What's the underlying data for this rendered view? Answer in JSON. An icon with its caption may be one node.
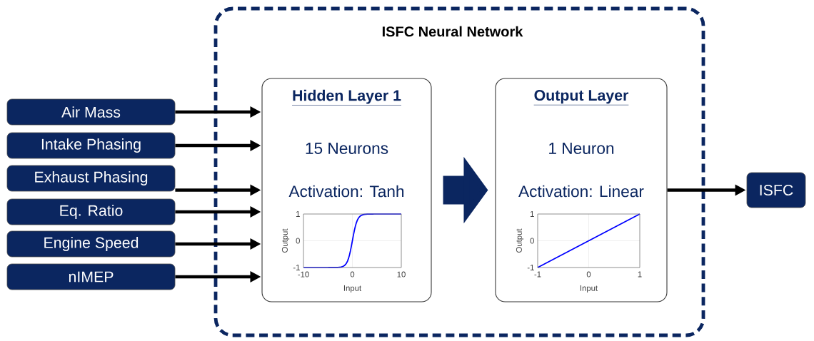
{
  "diagram": {
    "nodes": [
      {
        "text": [
          "ISFC Neural Network"
        ]
      },
      {
        "text": [
          "Hidden Layer 1",
          "15 Neurons",
          "Activation: Tanh"
        ],
        "in": 0
      },
      {
        "text": [
          "Output Layer",
          "1 Neuron",
          "Activation: Linear"
        ],
        "in": 0
      },
      {
        "text": [
          "Air Mass"
        ]
      },
      {
        "text": [
          "Intake Phasing"
        ]
      },
      {
        "text": [
          "Exhaust Phasing"
        ]
      },
      {
        "text": [
          "Eq. Ratio"
        ]
      },
      {
        "text": [
          "Engine Speed"
        ]
      },
      {
        "text": [
          "nIMEP"
        ]
      },
      {
        "text": [
          "ISFC"
        ]
      }
    ],
    "edges": [
      {
        "from": 3,
        "to": 1,
        "arrow": "to"
      },
      {
        "from": 4,
        "to": 1,
        "arrow": "to"
      },
      {
        "from": 5,
        "to": 1,
        "arrow": "to"
      },
      {
        "from": 6,
        "to": 1,
        "arrow": "to"
      },
      {
        "from": 7,
        "to": 1,
        "arrow": "to"
      },
      {
        "from": 8,
        "to": 1,
        "arrow": "to"
      },
      {
        "from": 1,
        "to": 2,
        "arrow": "to",
        "style": "thick",
        "color": "#0b2660"
      },
      {
        "from": 2,
        "to": 9,
        "arrow": "to"
      }
    ],
    "labels": [
      "1",
      "0",
      "-1",
      "Output",
      "-10",
      "0",
      "10",
      "Input",
      "1",
      "0",
      "-1",
      "Output",
      "-1",
      "0",
      "1",
      "Input"
    ]
  }
}
